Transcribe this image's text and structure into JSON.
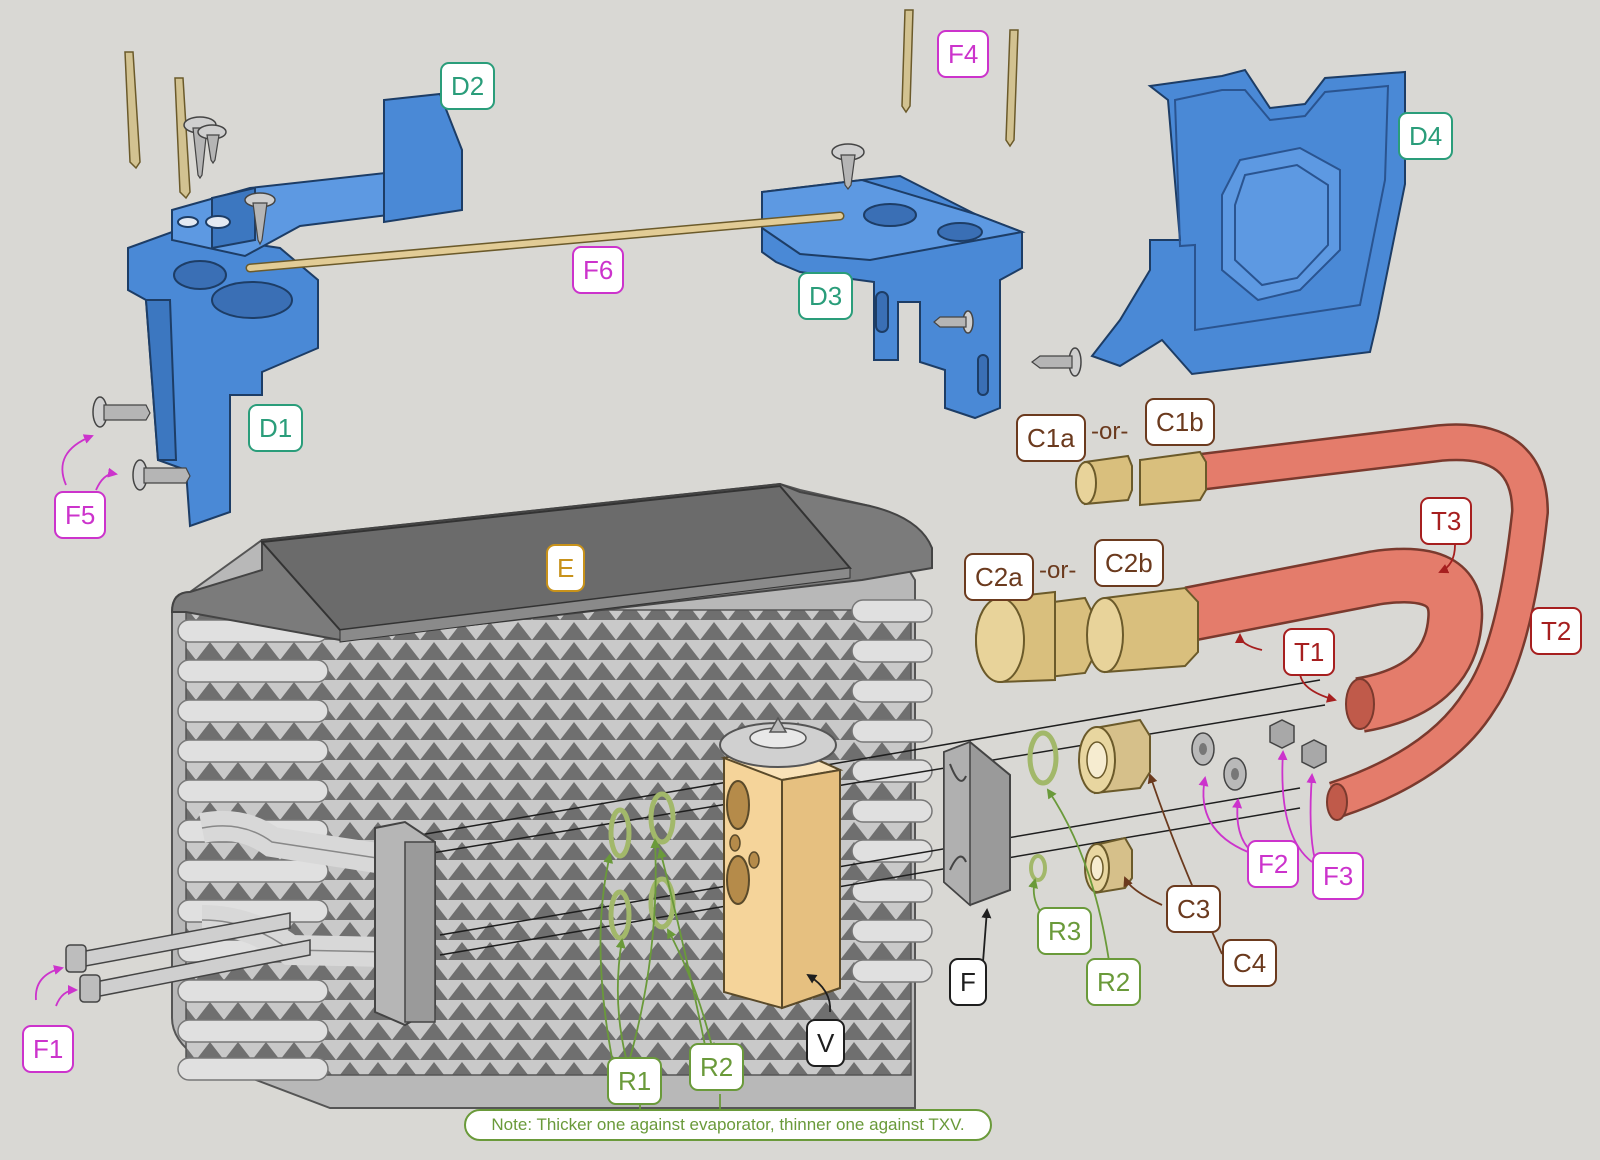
{
  "labels": {
    "F1": "F1",
    "F2": "F2",
    "F3": "F3",
    "F4": "F4",
    "F5": "F5",
    "F6": "F6",
    "D1": "D1",
    "D2": "D2",
    "D3": "D3",
    "D4": "D4",
    "E": "E",
    "F": "F",
    "V": "V",
    "C1a": "C1a",
    "C1b": "C1b",
    "C2a": "C2a",
    "C2b": "C2b",
    "C3": "C3",
    "C4": "C4",
    "T1": "T1",
    "T2": "T2",
    "T3": "T3",
    "R1": "R1",
    "R2": "R2",
    "R3": "R3"
  },
  "separator": "-or-",
  "note": "Note: Thicker one against evaporator, thinner one against TXV.",
  "colors": {
    "background": "#d9d8d4",
    "bracket": "#4a89d6",
    "evaporator": "#a9a9a9",
    "txv_block": "#f5d49a",
    "tubing": "#e07a6a",
    "brass": "#cfae70",
    "fastener_label": "#cc33cc",
    "bracket_label": "#2a9d7a",
    "evaporator_label": "#c8921a",
    "connector_label": "#6b3a1e",
    "tube_label": "#a61f1f",
    "oring_label": "#6a9a3a",
    "other_label": "#1e1e1e"
  }
}
